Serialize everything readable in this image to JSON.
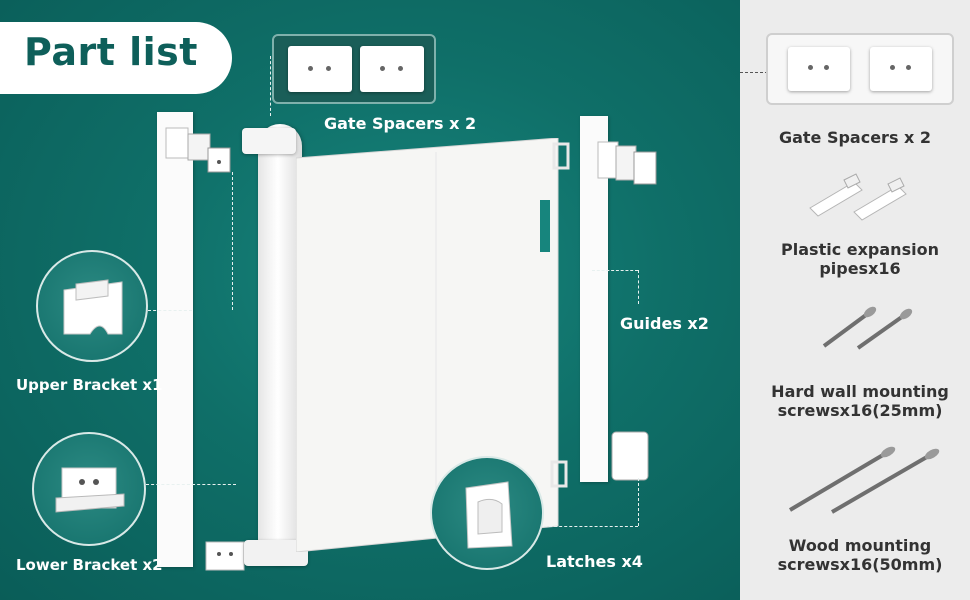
{
  "title": "Part list",
  "labels": {
    "gate_spacers_center": "Gate Spacers x 2",
    "guides": "Guides x2",
    "upper_bracket": "Upper Bracket x1",
    "lower_bracket": "Lower Bracket x2",
    "latches": "Latches x4"
  },
  "side_items": [
    {
      "label": "Gate Spacers x 2"
    },
    {
      "label": "Plastic expansion pipesx16"
    },
    {
      "label": "Hard wall mounting screwsx16(25mm)"
    },
    {
      "label": "Wood mounting screwsx16(50mm)"
    }
  ],
  "colors": {
    "teal": "#0f6f68",
    "title_text": "#0e5f5a",
    "side_panel": "#ececec"
  }
}
